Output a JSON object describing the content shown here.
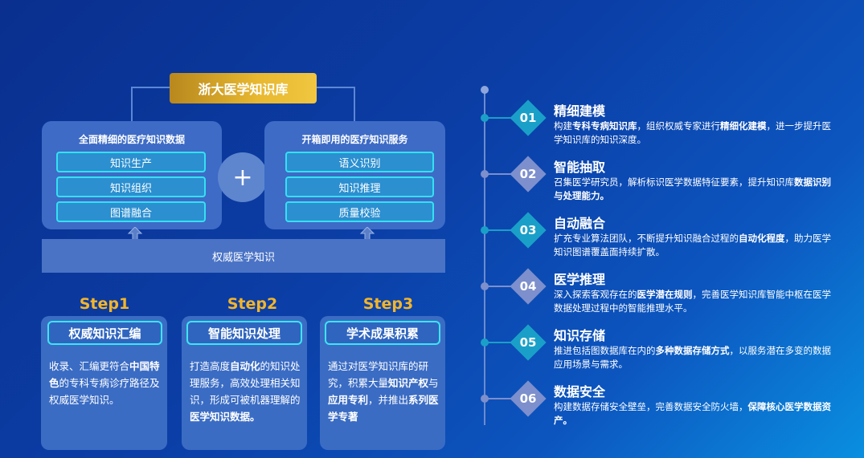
{
  "top": {
    "title": "浙大医学知识库",
    "left_panel": {
      "heading": "全面精细的医疗知识数据",
      "items": [
        "知识生产",
        "知识组织",
        "图谱融合"
      ]
    },
    "plus": "+",
    "right_panel": {
      "heading": "开箱即用的医疗知识服务",
      "items": [
        "语义识别",
        "知识推理",
        "质量校验"
      ]
    },
    "bottom_bar": "权威医学知识"
  },
  "steps": [
    {
      "label": "Step1",
      "title": "权威知识汇编",
      "desc": [
        {
          "t": "收录、汇编更符合",
          "b": false
        },
        {
          "t": "中国特色",
          "b": true
        },
        {
          "t": "的专科专病诊疗路径及权威医学知识。",
          "b": false
        }
      ]
    },
    {
      "label": "Step2",
      "title": "智能知识处理",
      "desc": [
        {
          "t": "打造高度",
          "b": false
        },
        {
          "t": "自动化",
          "b": true
        },
        {
          "t": "的知识处理服务，高效处理相关知识，形成可被机器理解的",
          "b": false
        },
        {
          "t": "医学知识数据。",
          "b": true
        }
      ]
    },
    {
      "label": "Step3",
      "title": "学术成果积累",
      "desc": [
        {
          "t": "通过对医学知识库的研究，积累大量",
          "b": false
        },
        {
          "t": "知识产权",
          "b": true
        },
        {
          "t": "与",
          "b": false
        },
        {
          "t": "应用专利",
          "b": true
        },
        {
          "t": "，并推出",
          "b": false
        },
        {
          "t": "系列医学专著",
          "b": true
        }
      ]
    }
  ],
  "timeline": [
    {
      "num": "01",
      "title": "精细建模",
      "color": "#1aa0c8",
      "desc": [
        {
          "t": "构建",
          "b": false
        },
        {
          "t": "专科专病知识库",
          "b": true
        },
        {
          "t": "，组织权威专家进行",
          "b": false
        },
        {
          "t": "精细化建模",
          "b": true
        },
        {
          "t": "，进一步提升医学知识库的知识深度。",
          "b": false
        }
      ]
    },
    {
      "num": "02",
      "title": "智能抽取",
      "color": "#7d8fcc",
      "desc": [
        {
          "t": "召集医学研究员，解析标识医学数据特征要素，提升知识库",
          "b": false
        },
        {
          "t": "数据识别与处理能力。",
          "b": true
        }
      ]
    },
    {
      "num": "03",
      "title": "自动融合",
      "color": "#1aa0c8",
      "desc": [
        {
          "t": "扩充专业算法团队，不断提升知识融合过程的",
          "b": false
        },
        {
          "t": "自动化程度",
          "b": true
        },
        {
          "t": "，助力医学知识图谱覆盖面持续扩散。",
          "b": false
        }
      ]
    },
    {
      "num": "04",
      "title": "医学推理",
      "color": "#7d8fcc",
      "desc": [
        {
          "t": "深入探索客观存在的",
          "b": false
        },
        {
          "t": "医学潜在规则",
          "b": true
        },
        {
          "t": "，完善医学知识库智能中枢在医学数据处理过程中的智能推理水平。",
          "b": false
        }
      ]
    },
    {
      "num": "05",
      "title": "知识存储",
      "color": "#1aa0c8",
      "desc": [
        {
          "t": "推进包括图数据库在内的",
          "b": false
        },
        {
          "t": "多种数据存储方式",
          "b": true
        },
        {
          "t": "，以服务潜在多变的数据应用场景与需求。",
          "b": false
        }
      ]
    },
    {
      "num": "06",
      "title": "数据安全",
      "color": "#7d8fcc",
      "desc": [
        {
          "t": "构建数据存储安全壁垒，完善数据安全防火墙，",
          "b": false
        },
        {
          "t": "保障核心医学数据资产。",
          "b": true
        }
      ]
    }
  ]
}
